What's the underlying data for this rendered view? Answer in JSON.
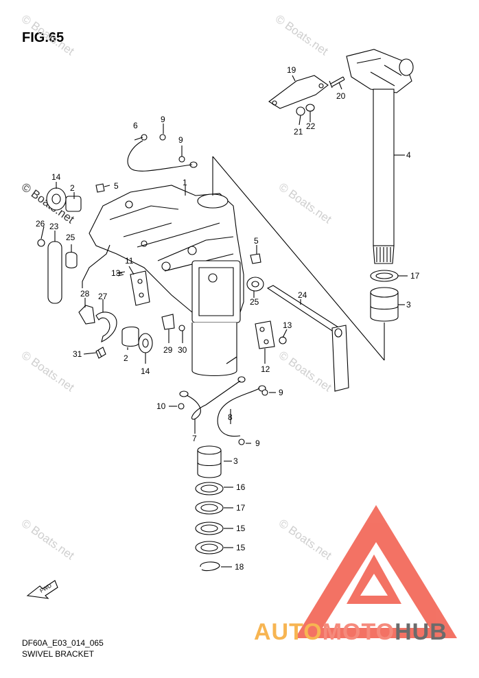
{
  "figure": {
    "title": "FIG.65",
    "code": "DF60A_E03_014_065",
    "name": "SWIVEL BRACKET"
  },
  "watermark": {
    "text": "© Boats.net",
    "color": "#c8c8c8"
  },
  "brand": {
    "part1": "AUTO",
    "part2": "MOTO",
    "part3": "HUB",
    "color1": "#f7b552",
    "color2": "#f58a7c",
    "color3": "#6b6b6b",
    "triangle_color": "#f15a4a"
  },
  "fwd_label": "FWD",
  "callouts": [
    "1",
    "2",
    "2",
    "3",
    "3",
    "4",
    "5",
    "5",
    "6",
    "7",
    "8",
    "9",
    "9",
    "9",
    "9",
    "10",
    "11",
    "12",
    "13",
    "13",
    "14",
    "14",
    "15",
    "15",
    "16",
    "17",
    "17",
    "18",
    "19",
    "20",
    "21",
    "22",
    "23",
    "24",
    "25",
    "25",
    "26",
    "27",
    "28",
    "29",
    "30",
    "31"
  ]
}
